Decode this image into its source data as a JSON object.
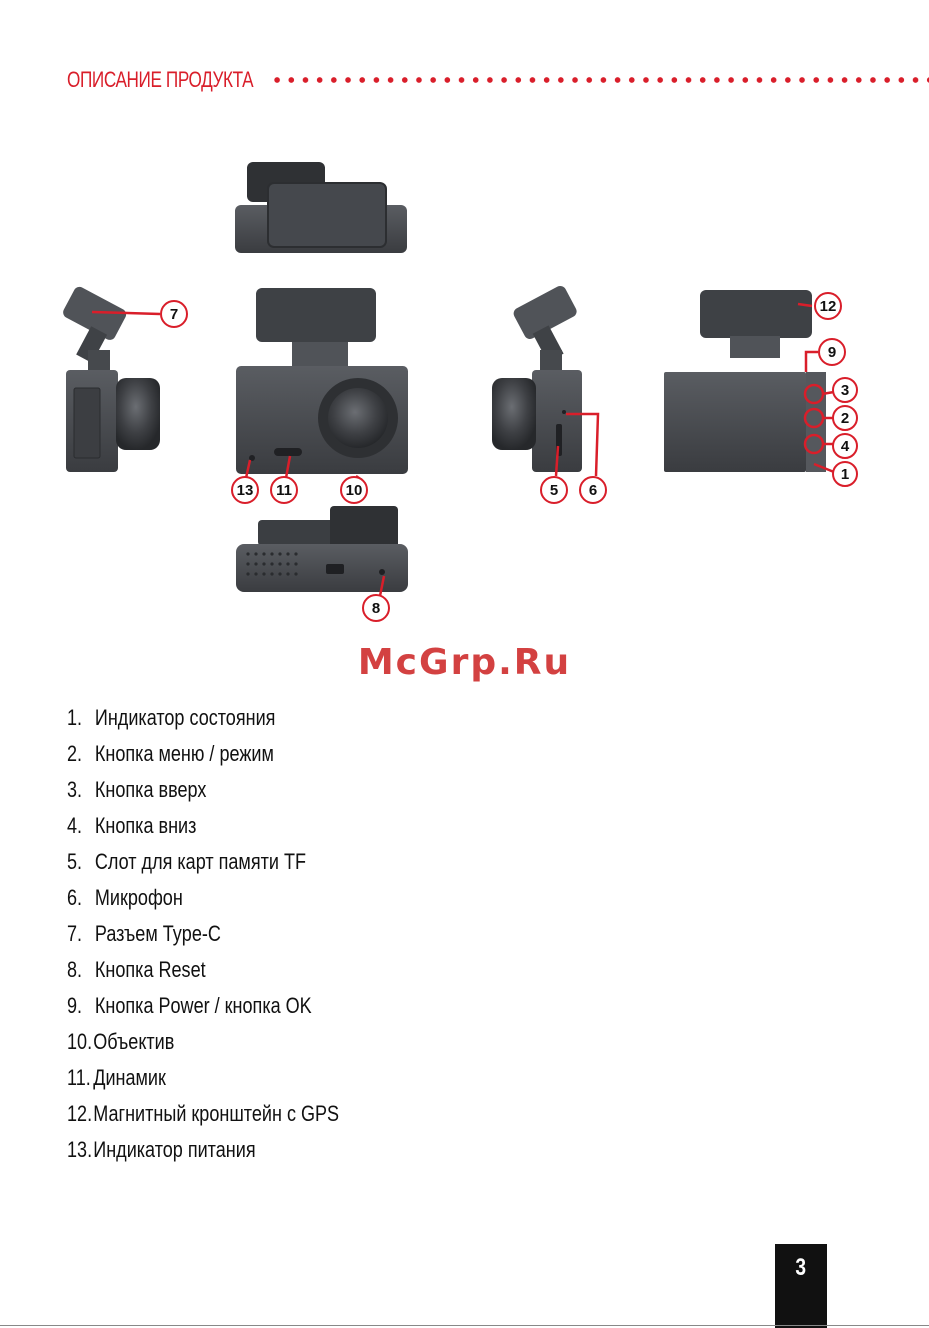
{
  "header": {
    "title": "ОПИСАНИЕ ПРОДУКТА"
  },
  "callouts": [
    "1",
    "2",
    "3",
    "4",
    "5",
    "6",
    "7",
    "8",
    "9",
    "10",
    "11",
    "12",
    "13"
  ],
  "watermark": "McGrp.Ru",
  "items": [
    {
      "num": "1.",
      "label": "Индикатор состояния"
    },
    {
      "num": "2.",
      "label": "Кнопка меню / режим"
    },
    {
      "num": "3.",
      "label": "Кнопка вверх"
    },
    {
      "num": "4.",
      "label": "Кнопка вниз"
    },
    {
      "num": "5.",
      "label": "Слот для карт памяти TF"
    },
    {
      "num": "6.",
      "label": "Микрофон"
    },
    {
      "num": "7.",
      "label": "Разъем Type-C"
    },
    {
      "num": "8.",
      "label": "Кнопка Reset"
    },
    {
      "num": "9.",
      "label": "Кнопка Power / кнопка OK"
    },
    {
      "num": "10.",
      "label": "Объектив"
    },
    {
      "num": "11.",
      "label": "Динамик"
    },
    {
      "num": "12.",
      "label": "Магнитный кронштейн с GPS"
    },
    {
      "num": "13.",
      "label": "Индикатор питания"
    }
  ],
  "page": {
    "number": "3"
  },
  "colors": {
    "accent": "#d91e2a",
    "device": "#4a4d52"
  }
}
